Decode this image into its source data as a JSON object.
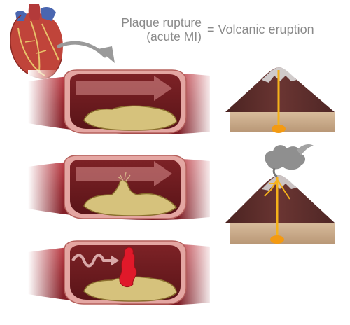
{
  "caption": {
    "plaque_line1": "Plaque rupture",
    "plaque_line2": "(acute MI)",
    "equals_text": "= Volcanic eruption"
  },
  "colors": {
    "artery_outer": "#a7323a",
    "artery_wall": "#c98b87",
    "lumen": "#6e1b1f",
    "plaque": "#d6c27c",
    "plaque_edge": "#8a6f2e",
    "flow_arrow": "#e7b4b4",
    "clot": "#e0192a",
    "volcano_body": "#5b2d2b",
    "volcano_snow": "#dcdcdc",
    "lava": "#f6b21a",
    "ground": "#c9ab8c",
    "smoke": "#8f8f8f",
    "caption_text": "#8a8a8a",
    "pointer_arrow": "#9a9a9a"
  },
  "panels": [
    {
      "stage": "stable plaque, laminar flow"
    },
    {
      "stage": "plaque rupture"
    },
    {
      "stage": "thrombus with turbulent flow"
    }
  ]
}
